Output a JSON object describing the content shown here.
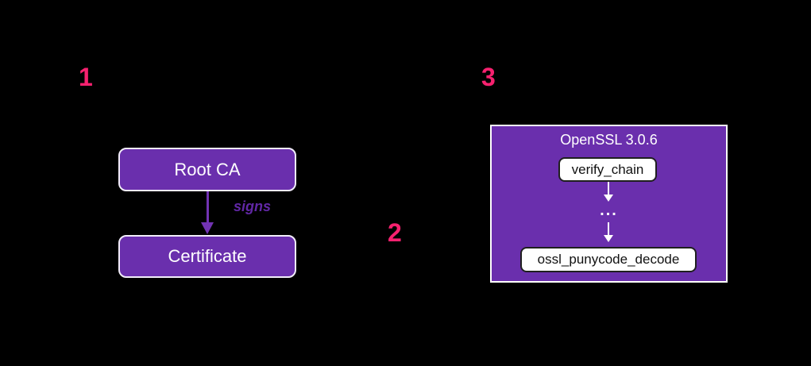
{
  "colors": {
    "bg": "#000000",
    "purple": "#6a2fad",
    "box-border": "#f2edfa",
    "arrow-purple": "#7233b3",
    "signs": "#6127a5",
    "pink": "#f7216f",
    "fn-border": "#1f1f1f"
  },
  "steps": [
    {
      "number": "1"
    },
    {
      "number": "2"
    },
    {
      "number": "3"
    }
  ],
  "pki": {
    "root_ca": "Root CA",
    "arrow_label": "signs",
    "certificate": "Certificate"
  },
  "openssl": {
    "title": "OpenSSL 3.0.6",
    "top_fn": "verify_chain",
    "ellipsis": "...",
    "bottom_fn": "ossl_punycode_decode"
  }
}
